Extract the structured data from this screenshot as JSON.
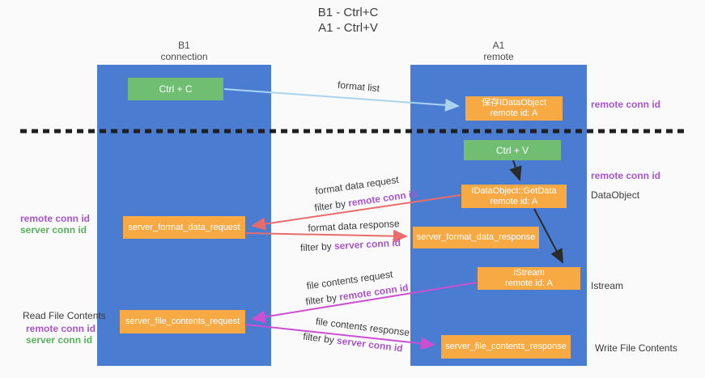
{
  "title": {
    "line1": "B1 - Ctrl+C",
    "line2": "A1 - Ctrl+V"
  },
  "columns": {
    "b1": {
      "name": "B1",
      "subtitle": "connection"
    },
    "a1": {
      "name": "A1",
      "subtitle": "remote"
    }
  },
  "nodes": {
    "ctrl_c": "Ctrl + C",
    "ctrl_v": "Ctrl + V",
    "save_idataobject_line1": "保存IDataObject",
    "save_idataobject_line2": "remote id: A",
    "getdata_line1": "IDataObject::GetData",
    "getdata_line2": "remote id: A",
    "istream_line1": "IStream",
    "istream_line2": "remote id: A",
    "server_format_data_request": "server_format_data_request",
    "server_format_data_response": "server_format_data_response",
    "server_file_contents_request": "server_file_contents_request",
    "server_file_contents_response": "server_file_contents_response"
  },
  "edge_labels": {
    "format_list": "format list",
    "format_data_request": "format data request",
    "format_data_response": "format data response",
    "file_contents_request": "file contents request",
    "file_contents_response": "file contents response",
    "filter_by": "filter by ",
    "remote_conn_id": "remote conn id",
    "server_conn_id": "server conn id"
  },
  "side_labels": {
    "remote_conn_id": "remote conn id",
    "server_conn_id": "server conn id",
    "dataobject": "DataObject",
    "istream": "Istream",
    "read_file_contents": "Read File Contents",
    "write_file_contents": "Write File Contents"
  },
  "colors": {
    "column_blue": "#4a7dd1",
    "box_green": "#6fbe72",
    "box_orange": "#f7a943",
    "arrow_red": "#e86c6c",
    "arrow_magenta": "#cc4ed1",
    "arrow_light_blue": "#a9d3f0",
    "arrow_black": "#2b2b2b",
    "label_purple": "#a855cc",
    "label_green": "#56b25c",
    "background": "#fafafa"
  }
}
